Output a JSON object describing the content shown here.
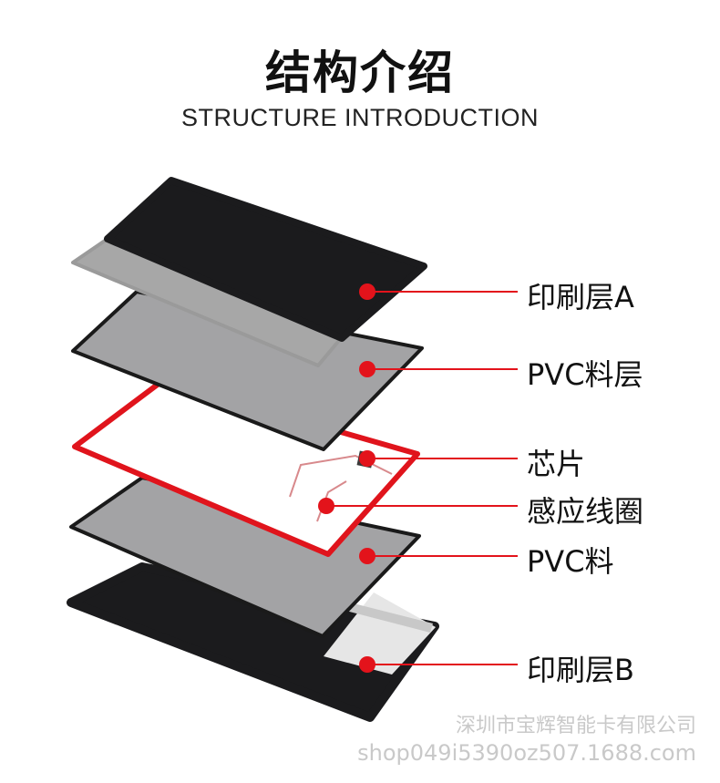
{
  "header": {
    "title": "结构介绍",
    "subtitle": "STRUCTURE INTRODUCTION"
  },
  "layers": [
    {
      "label": "印刷层A"
    },
    {
      "label": "PVC料层"
    },
    {
      "label": "芯片"
    },
    {
      "label": "感应线圈"
    },
    {
      "label": "PVC料"
    },
    {
      "label": "印刷层B"
    }
  ],
  "watermark": {
    "company": "深圳市宝辉智能卡有限公司",
    "shop": "shop049i5390oz507.1688.com"
  },
  "colors": {
    "marker": "#e3131b",
    "coil": "#e0141c",
    "dark_layer": "#1b1b1d",
    "grey_layer": "#a3a3a5"
  }
}
